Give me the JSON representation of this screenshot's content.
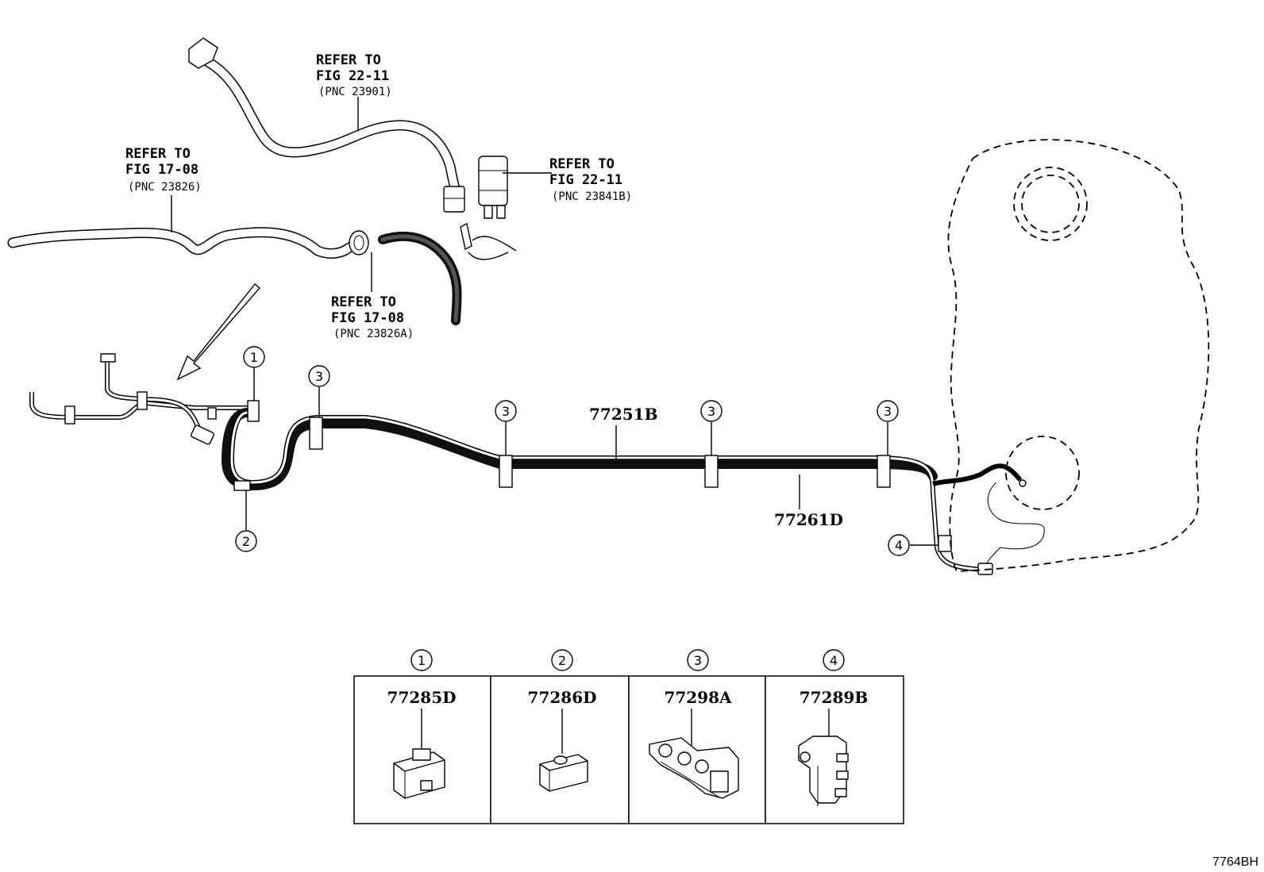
{
  "refs": {
    "fig22_11_a": {
      "line1": "REFER TO",
      "line2": "FIG 22-11",
      "line3": "(PNC 23901)"
    },
    "fig17_08_a": {
      "line1": "REFER TO",
      "line2": "FIG 17-08",
      "line3": "(PNC 23826)"
    },
    "fig22_11_b": {
      "line1": "REFER TO",
      "line2": "FIG 22-11",
      "line3": "(PNC 23841B)"
    },
    "fig17_08_b": {
      "line1": "REFER TO",
      "line2": "FIG 17-08",
      "line3": "(PNC 23826A)"
    }
  },
  "parts": {
    "tube_upper": "77251B",
    "tube_lower": "77261D"
  },
  "callouts": {
    "c1": "1",
    "c2": "2",
    "c3a": "3",
    "c3b": "3",
    "c3c": "3",
    "c3d": "3",
    "c4": "4"
  },
  "legend": {
    "cells": [
      {
        "num": "1",
        "part": "77285D",
        "icon": "clamp-block-icon"
      },
      {
        "num": "2",
        "part": "77286D",
        "icon": "clamp-cap-icon"
      },
      {
        "num": "3",
        "part": "77298A",
        "icon": "multi-tube-clamp-icon"
      },
      {
        "num": "4",
        "part": "77289B",
        "icon": "bracket-clip-icon"
      }
    ]
  },
  "figure_id": "7764BH"
}
